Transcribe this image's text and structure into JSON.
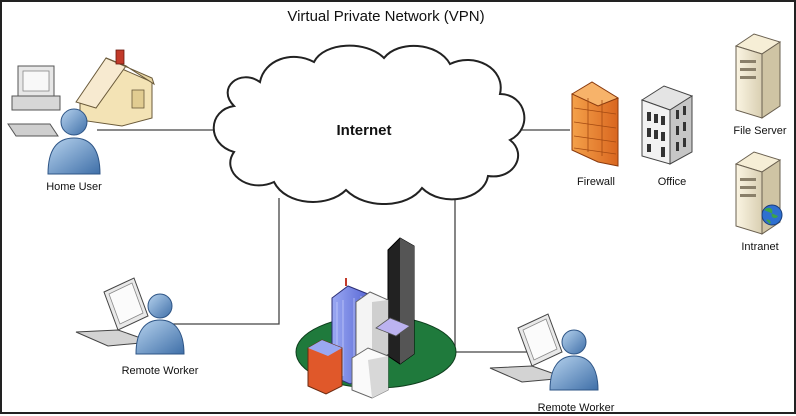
{
  "title": "Virtual Private Network (VPN)",
  "nodes": {
    "internet": "Internet",
    "home_user": "Home User",
    "firewall": "Firewall",
    "office": "Office",
    "file_server": "File Server",
    "intranet": "Intranet",
    "remote_worker_left": "Remote Worker",
    "remote_worker_right": "Remote Worker"
  }
}
